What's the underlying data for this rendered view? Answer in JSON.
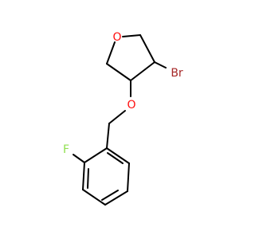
{
  "structure": {
    "atoms": {
      "oxygen_ring": "O",
      "bromine": "Br",
      "oxygen_ether": "O",
      "fluorine": "F"
    },
    "colors": {
      "bond": "#000000",
      "oxygen": "#ff0d0d",
      "bromine": "#a62929",
      "fluorine": "#90e050"
    }
  }
}
